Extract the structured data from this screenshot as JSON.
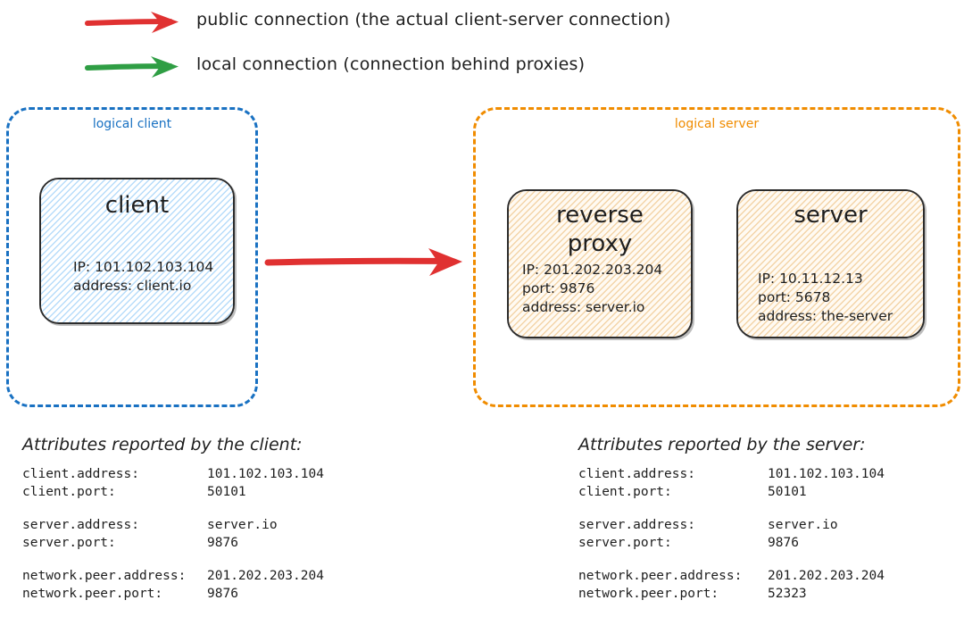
{
  "legend": {
    "items": [
      {
        "color": "#e03131",
        "label": "public connection (the actual client-server connection)",
        "icon": "red-arrow-icon"
      },
      {
        "color": "#2f9e44",
        "label": "local connection (connection behind proxies)",
        "icon": "green-arrow-icon"
      }
    ]
  },
  "colors": {
    "red": "#e03131",
    "green": "#2f9e44",
    "blue": "#1971c2",
    "orange": "#f08c00",
    "ink": "#1e1e1e"
  },
  "diagram": {
    "client_group": {
      "title": "logical client",
      "node": {
        "title": "client",
        "lines": [
          "IP: 101.102.103.104",
          "address: client.io"
        ]
      }
    },
    "server_group": {
      "title": "logical server",
      "nodes": [
        {
          "title": "reverse\nproxy",
          "lines": [
            "IP: 201.202.203.204",
            "port: 9876",
            "address: server.io"
          ]
        },
        {
          "title": "server",
          "lines": [
            "IP: 10.11.12.13",
            "port: 5678",
            "address: the-server"
          ]
        }
      ]
    },
    "main_arrow": {
      "color": "#e03131",
      "label": "",
      "icon": "red-arrow-icon"
    }
  },
  "attributes": {
    "client_report": {
      "heading": "Attributes reported by the client:",
      "groups": [
        [
          {
            "key": "client.address:",
            "value": "101.102.103.104"
          },
          {
            "key": "client.port:",
            "value": "50101"
          }
        ],
        [
          {
            "key": "server.address:",
            "value": "server.io"
          },
          {
            "key": "server.port:",
            "value": "9876"
          }
        ],
        [
          {
            "key": "network.peer.address:",
            "value": "201.202.203.204"
          },
          {
            "key": "network.peer.port:",
            "value": "9876"
          }
        ]
      ]
    },
    "server_report": {
      "heading": "Attributes reported by the server:",
      "groups": [
        [
          {
            "key": "client.address:",
            "value": "101.102.103.104"
          },
          {
            "key": "client.port:",
            "value": "50101"
          }
        ],
        [
          {
            "key": "server.address:",
            "value": "server.io"
          },
          {
            "key": "server.port:",
            "value": "9876"
          }
        ],
        [
          {
            "key": "network.peer.address:",
            "value": "201.202.203.204"
          },
          {
            "key": "network.peer.port:",
            "value": "52323"
          }
        ]
      ]
    }
  }
}
